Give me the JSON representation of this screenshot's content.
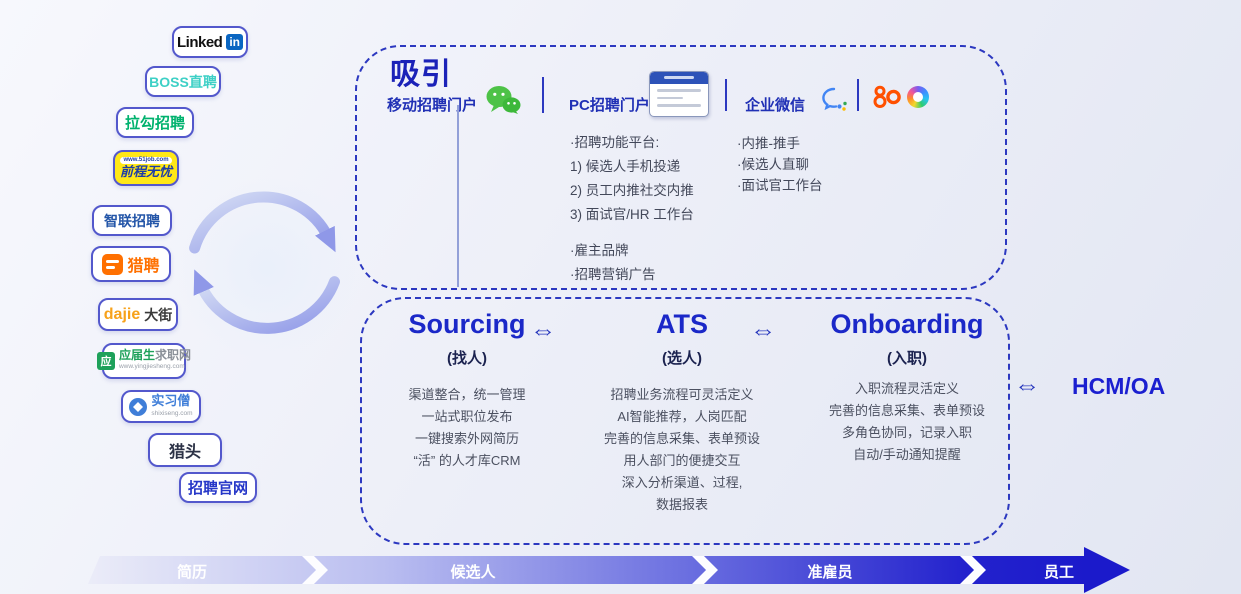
{
  "colors": {
    "primary_blue": "#2030b5",
    "deep_blue": "#1b1acb",
    "dashed_border": "#2c38c0",
    "band_start": "#ebecf8"
  },
  "channels": [
    {
      "id": "linkedin",
      "main": "Linked",
      "badge": "in"
    },
    {
      "id": "boss-zhipin",
      "main": "BOSS直聘"
    },
    {
      "id": "lagou",
      "main": "拉勾招聘"
    },
    {
      "id": "qiancheng-51job",
      "url": "www.51job.com",
      "main": "前程无忧"
    },
    {
      "id": "zhilian-zhaopin",
      "main": "智联招聘"
    },
    {
      "id": "liepin",
      "main": "猎聘"
    },
    {
      "id": "dajie",
      "main": "dajie",
      "suffix": "大街"
    },
    {
      "id": "yingjiesheng",
      "icon_char": "应",
      "main": "应届生",
      "suffix": "求职网",
      "url": "www.yingjiesheng.com"
    },
    {
      "id": "shixiseng",
      "main": "实习僧",
      "url": "shixiseng.com"
    },
    {
      "id": "headhunter",
      "main": "猎头"
    },
    {
      "id": "career-site",
      "main": "招聘官网"
    }
  ],
  "attract": {
    "title": "吸引",
    "portal_mobile": "移动招聘门户",
    "portal_pc": "PC招聘门户",
    "portal_wecom": "企业微信",
    "features": [
      "·招聘功能平台:",
      "1) 候选人手机投递",
      "2) 员工内推社交内推",
      "3) 面试官/HR 工作台"
    ],
    "features2": [
      "·雇主品牌",
      "·招聘营销广告"
    ],
    "referral": [
      "·内推-推手",
      "·候选人直聊",
      "·面试官工作台"
    ]
  },
  "flow": {
    "arrow": "⇔",
    "stages": [
      {
        "title": "Sourcing",
        "subtitle": "(找人)",
        "lines": [
          "渠道整合，统一管理",
          "一站式职位发布",
          "一键搜索外网简历",
          "“活” 的人才库CRM"
        ]
      },
      {
        "title": "ATS",
        "subtitle": "(选人)",
        "lines": [
          "招聘业务流程可灵活定义",
          "AI智能推荐，人岗匹配",
          "完善的信息采集、表单预设",
          "用人部门的便捷交互",
          "深入分析渠道、过程,",
          "数据报表"
        ]
      },
      {
        "title": "Onboarding",
        "subtitle": "(入职)",
        "lines": [
          "入职流程灵活定义",
          "完善的信息采集、表单预设",
          "多角色协同，记录入职",
          "自动/手动通知提醒"
        ]
      }
    ],
    "external": "HCM/OA"
  },
  "pipeline": {
    "stages": [
      "简历",
      "候选人",
      "准雇员",
      "员工"
    ]
  }
}
